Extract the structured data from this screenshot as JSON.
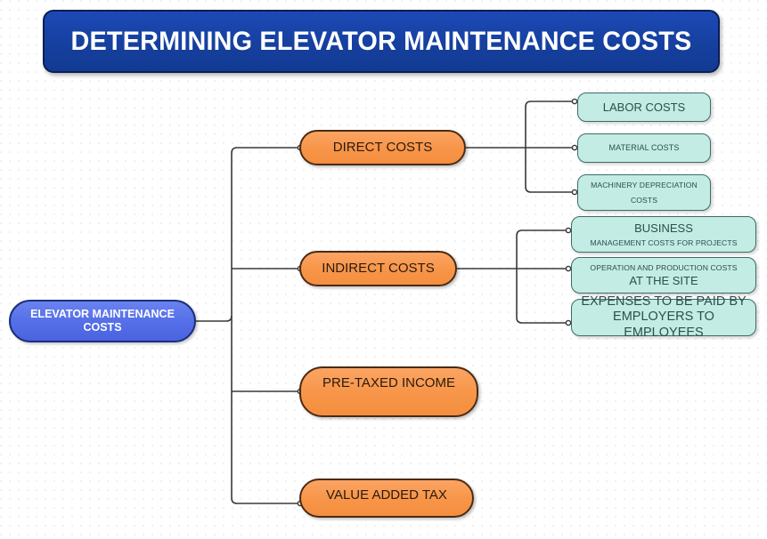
{
  "banner": {
    "title": "DETERMINING ELEVATOR MAINTENANCE COSTS",
    "color": "#16409f",
    "text_color": "#ffffff"
  },
  "colors": {
    "root_fill": "#5570e8",
    "root_border": "#1c2f7a",
    "level1_fill": "#f79548",
    "level1_border": "#4a2a14",
    "level2_fill": "#c2ece4",
    "level2_border": "#3f6b68",
    "connector": "#3a3a3a",
    "background": "#ffffff"
  },
  "diagram": {
    "type": "tree",
    "root": {
      "label": "ELEVATOR MAINTENANCE COSTS"
    },
    "branches": [
      {
        "label": "DIRECT COSTS",
        "children": [
          {
            "lines": [
              "LABOR COSTS"
            ]
          },
          {
            "lines": [
              "MATERIAL COSTS"
            ]
          },
          {
            "lines": [
              "MACHINERY DEPRECIATION",
              "COSTS"
            ]
          }
        ]
      },
      {
        "label": "INDIRECT COSTS",
        "children": [
          {
            "lines": [
              "BUSINESS",
              "MANAGEMENT COSTS FOR PROJECTS"
            ]
          },
          {
            "lines": [
              "OPERATION AND PRODUCTION COSTS",
              "AT THE SITE"
            ]
          },
          {
            "lines": [
              "EXPENSES TO BE PAID BY",
              "EMPLOYERS TO EMPLOYEES"
            ]
          }
        ]
      },
      {
        "label": "PRE-TAXED INCOME",
        "children": []
      },
      {
        "label": "VALUE ADDED TAX",
        "children": []
      }
    ]
  }
}
